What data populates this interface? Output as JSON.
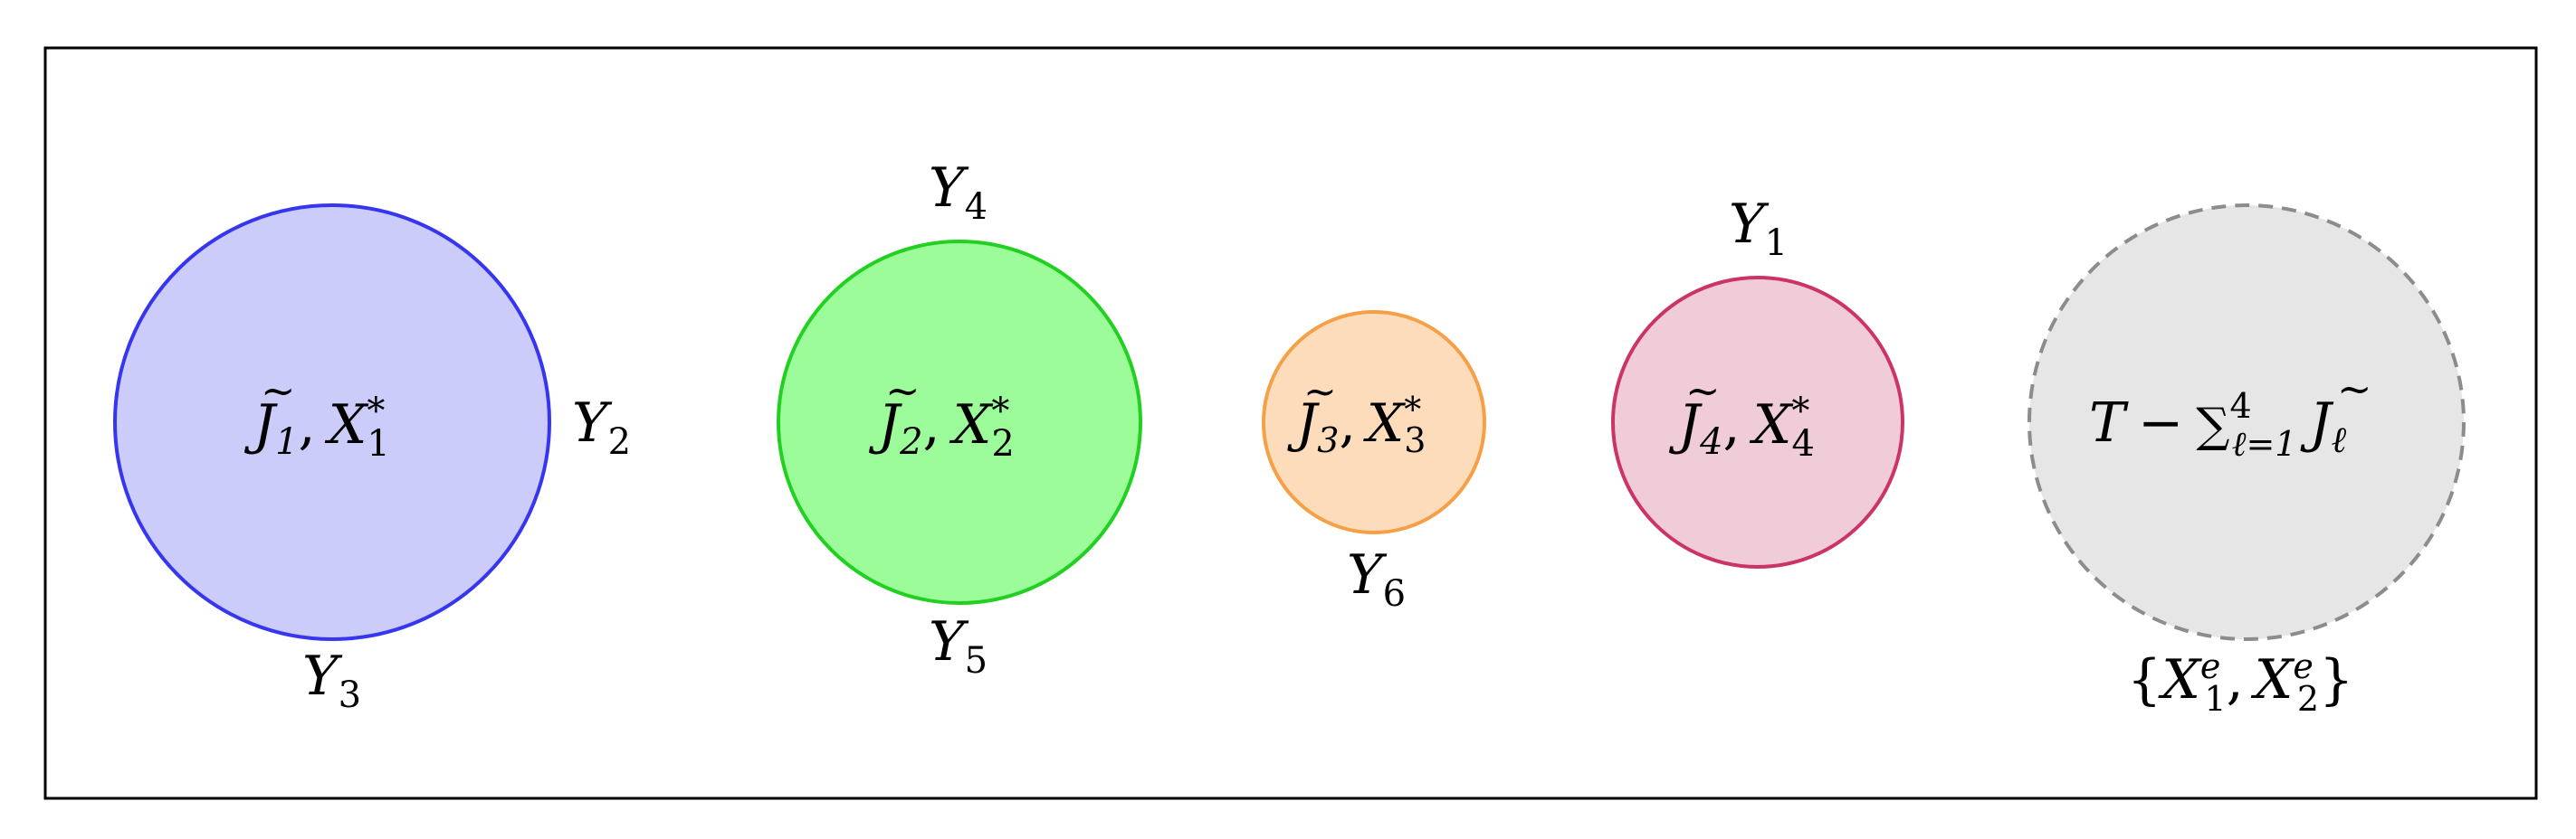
{
  "circles": [
    {
      "id": "j1",
      "fill": "#ccccfa",
      "stroke": "#3636f0",
      "dashed": false,
      "center_label": {
        "base": "J",
        "tilde": "~",
        "sub": "1",
        "sep": ",",
        "x_base": "X",
        "x_sup": "*",
        "x_sub": "1"
      },
      "side_labels": [
        {
          "base": "Y",
          "sub": "2"
        },
        {
          "base": "Y",
          "sub": "3"
        }
      ]
    },
    {
      "id": "j2",
      "fill": "#9cfc9a",
      "stroke": "#22d022",
      "dashed": false,
      "center_label": {
        "base": "J",
        "tilde": "~",
        "sub": "2",
        "sep": ",",
        "x_base": "X",
        "x_sup": "*",
        "x_sub": "2"
      },
      "side_labels": [
        {
          "base": "Y",
          "sub": "4"
        },
        {
          "base": "Y",
          "sub": "5"
        }
      ]
    },
    {
      "id": "j3",
      "fill": "#fddcbc",
      "stroke": "#f5a046",
      "dashed": false,
      "center_label": {
        "base": "J",
        "tilde": "~",
        "sub": "3",
        "sep": ",",
        "x_base": "X",
        "x_sup": "*",
        "x_sub": "3"
      },
      "side_labels": [
        {
          "base": "Y",
          "sub": "6"
        }
      ]
    },
    {
      "id": "j4",
      "fill": "#f0ccd9",
      "stroke": "#cc3366",
      "dashed": false,
      "center_label": {
        "base": "J",
        "tilde": "~",
        "sub": "4",
        "sep": ",",
        "x_base": "X",
        "x_sup": "*",
        "x_sub": "4"
      },
      "side_labels": [
        {
          "base": "Y",
          "sub": "1"
        }
      ]
    },
    {
      "id": "remainder",
      "fill": "#e6e6e6",
      "stroke": "#8c8c8c",
      "dashed": true,
      "center_label": {
        "t": "T",
        "minus": "−",
        "sum": "∑",
        "sum_sup": "4",
        "sum_sub": "ℓ=1",
        "base": "J",
        "tilde": "~",
        "sub": "ℓ"
      },
      "set_label": {
        "open": "{",
        "x1_base": "X",
        "x1_sup": "e",
        "x1_sub": "1",
        "sep": ",",
        "x2_base": "X",
        "x2_sup": "e",
        "x2_sub": "2",
        "close": "}"
      }
    }
  ],
  "frame_color": "#000000"
}
